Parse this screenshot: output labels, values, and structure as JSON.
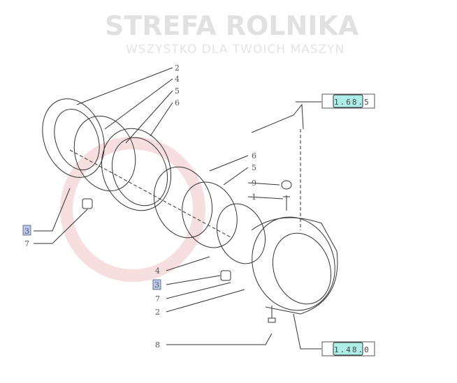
{
  "watermark": {
    "title": "STREFA ROLNIKA",
    "subtitle": "WSZYSTKO DLA TWOICH MASZYN"
  },
  "callouts_top_left": [
    "2",
    "4",
    "5",
    "6"
  ],
  "callouts_left": [
    "3",
    "7"
  ],
  "callouts_right": [
    "6",
    "5",
    "9",
    "1"
  ],
  "callouts_bottom": [
    "4",
    "3",
    "7",
    "2",
    "8"
  ],
  "references": [
    {
      "label": "1.68.5"
    },
    {
      "label": "1.48.0"
    }
  ],
  "colors": {
    "highlight": "#b8c8f0",
    "ref_fill": "#aeeee8",
    "line": "#333333"
  }
}
